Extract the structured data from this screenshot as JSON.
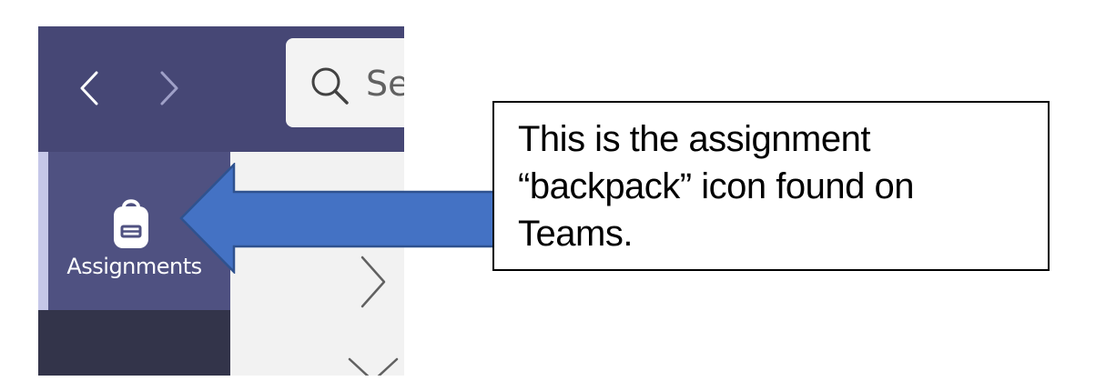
{
  "topbar": {
    "back_icon": "chevron-left-icon",
    "forward_icon": "chevron-right-icon",
    "search": {
      "icon": "search-icon",
      "placeholder": "Se"
    }
  },
  "rail": {
    "active_item": {
      "icon": "backpack-icon",
      "label": "Assignments"
    }
  },
  "panel": {
    "chevrons": [
      "chevron-right-icon",
      "chevron-down-icon"
    ]
  },
  "callout": {
    "text": "This is the assignment “backpack” icon found on Teams."
  },
  "colors": {
    "topbar": "#464775",
    "rail": "#33344a",
    "rail_active": "#4f5181",
    "rail_indicator": "#c5c7e8",
    "arrow_fill": "#4472c4",
    "arrow_stroke": "#2f528f",
    "panel": "#f2f2f2"
  }
}
